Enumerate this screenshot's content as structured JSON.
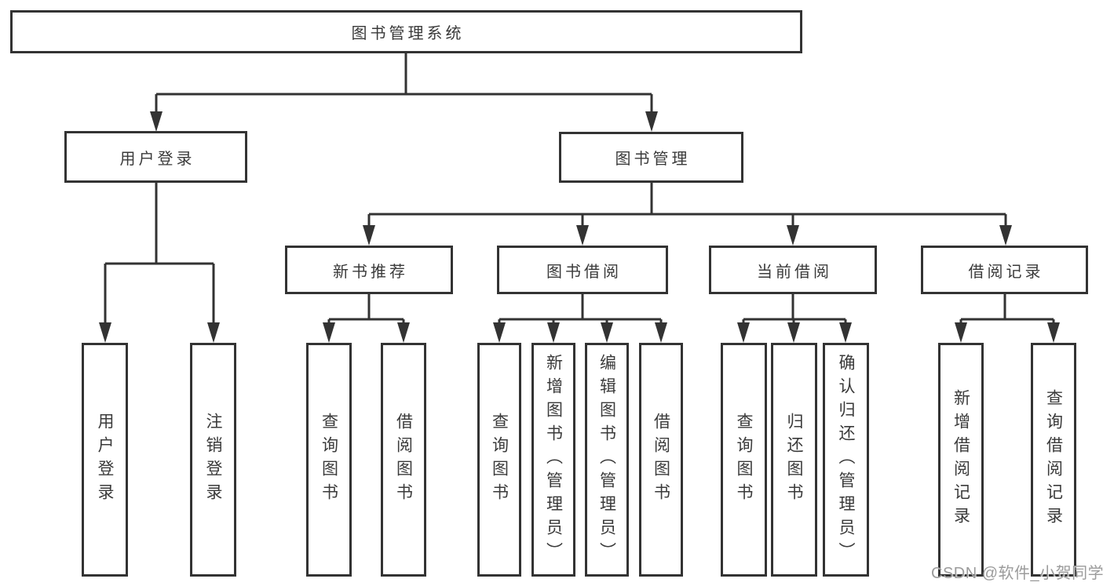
{
  "diagram": {
    "root": {
      "label": "图书管理系统",
      "children": [
        {
          "label": "用户登录",
          "children": [
            {
              "label": "用户登录"
            },
            {
              "label": "注销登录"
            }
          ]
        },
        {
          "label": "图书管理",
          "children": [
            {
              "label": "新书推荐",
              "children": [
                {
                  "label": "查询图书"
                },
                {
                  "label": "借阅图书"
                }
              ]
            },
            {
              "label": "图书借阅",
              "children": [
                {
                  "label": "查询图书"
                },
                {
                  "label": "新增图书（管理员）"
                },
                {
                  "label": "编辑图书（管理员）"
                },
                {
                  "label": "借阅图书"
                }
              ]
            },
            {
              "label": "当前借阅",
              "children": [
                {
                  "label": "查询图书"
                },
                {
                  "label": "归还图书"
                },
                {
                  "label": "确认归还（管理员）"
                }
              ]
            },
            {
              "label": "借阅记录",
              "children": [
                {
                  "label": "新增借阅记录"
                },
                {
                  "label": "查询借阅记录"
                }
              ]
            }
          ]
        }
      ]
    }
  },
  "watermark": {
    "text": "CSDN @软件_小贺同学"
  },
  "colors": {
    "line": "#333333",
    "text": "#3a3a3a",
    "watermark": "#9b9b9b",
    "background": "#ffffff"
  }
}
